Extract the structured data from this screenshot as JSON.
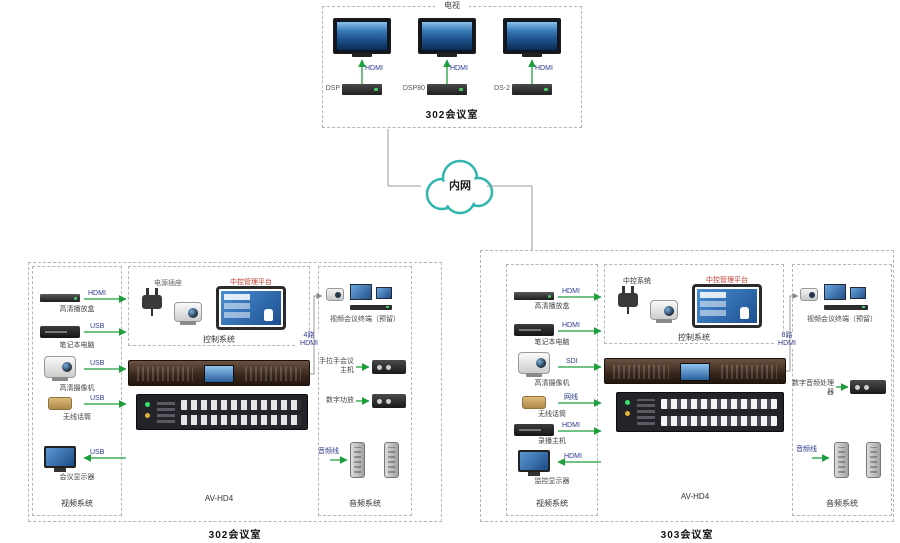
{
  "colors": {
    "cloud_stroke": "#2fb5ac",
    "arrow_green": "#1f9e3f",
    "cable_text": "#2b3a8c",
    "red_text": "#c0392b",
    "dashed_border": "#b5b5b5"
  },
  "top_room": {
    "title": "电视",
    "caption": "302会议室",
    "units": [
      {
        "device": "DSP",
        "cable": "HDMI"
      },
      {
        "device": "DSP80",
        "cable": "HDMI"
      },
      {
        "device": "DS-2",
        "cable": "HDMI"
      }
    ]
  },
  "cloud": {
    "label": "内网"
  },
  "room302": {
    "caption": "302会议室",
    "video": {
      "caption": "视频系统",
      "devices": [
        {
          "label": "高清播放盒",
          "cable": "HDMI"
        },
        {
          "label": "笔记本电脑",
          "cable": "USB"
        },
        {
          "label": "高清摄像机",
          "cable": "USB"
        },
        {
          "label": "无线话筒",
          "cable": "USB"
        },
        {
          "label": "会议显示器",
          "cable": "USB"
        }
      ]
    },
    "control": {
      "caption": "控制系统",
      "plug_label": "电源插座",
      "panel_label": "中控管理平台"
    },
    "rack_caption": "AV-HD4",
    "audio": {
      "caption": "音频系统",
      "vc_label": "视频会议终端（预留）",
      "feed_label": "4路 HDMI",
      "devices": [
        {
          "label": "手拉手会议主机"
        },
        {
          "label": "数字功放"
        }
      ],
      "speaker_cable": "音频线"
    }
  },
  "room303": {
    "caption": "303会议室",
    "video": {
      "caption": "视频系统",
      "devices": [
        {
          "label": "高清播放盒",
          "cable": "HDMI"
        },
        {
          "label": "笔记本电脑",
          "cable": "HDMI"
        },
        {
          "label": "高清摄像机",
          "cable": "SDI"
        },
        {
          "label": "无线话筒",
          "cable": "网线"
        },
        {
          "label": "录播主机",
          "cable": "HDMI"
        },
        {
          "label": "监控显示器",
          "cable": "HDMI"
        }
      ]
    },
    "control": {
      "caption": "控制系统",
      "plug_label": "中控系统",
      "panel_label": "中控管理平台"
    },
    "rack_caption": "AV-HD4",
    "audio": {
      "caption": "音频系统",
      "vc_label": "视频会议终端（预留）",
      "feed_label": "8路 HDMI",
      "devices": [
        {
          "label": "数字音频处理器"
        }
      ],
      "speaker_cable": "音频线"
    }
  }
}
